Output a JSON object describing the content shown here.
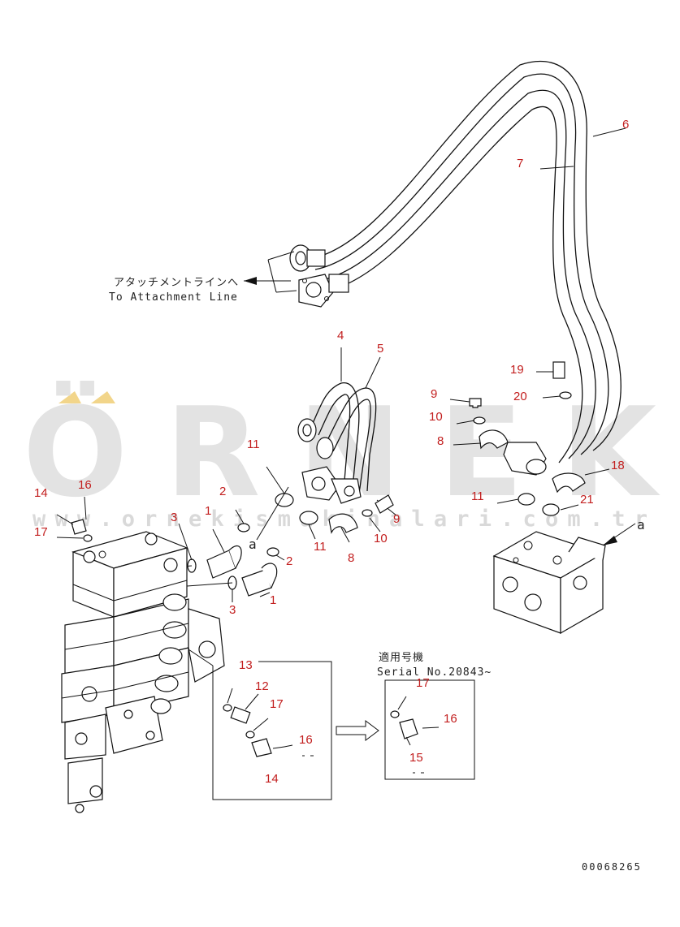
{
  "callouts": {
    "c1a": "1",
    "c1b": "1",
    "c2a": "2",
    "c2b": "2",
    "c3a": "3",
    "c3b": "3",
    "c4": "4",
    "c5": "5",
    "c6": "6",
    "c7": "7",
    "c8a": "8",
    "c8b": "8",
    "c9a": "9",
    "c9b": "9",
    "c10a": "10",
    "c10b": "10",
    "c11a": "11",
    "c11b": "11",
    "c11c": "11",
    "c12": "12",
    "c13": "13",
    "c14a": "14",
    "c14b": "14",
    "c15": "15",
    "c16a": "16",
    "c16b": "16",
    "c16c": "16",
    "c17a": "17",
    "c17b": "17",
    "c17c": "17",
    "c18": "18",
    "c19": "19",
    "c20": "20",
    "c21": "21"
  },
  "labels": {
    "attachment_jp": "アタッチメントラインへ",
    "attachment_en": "To Attachment Line",
    "serial_jp": "適用号機",
    "serial_en": "Serial No.20843~",
    "view_a1": "a",
    "view_a2": "a",
    "drawing_no": "00068265"
  },
  "watermark": {
    "brand": "ÖRNEK",
    "url": "www.ornekismakinalari.com.tr",
    "accent_color": "#f2d58a"
  }
}
